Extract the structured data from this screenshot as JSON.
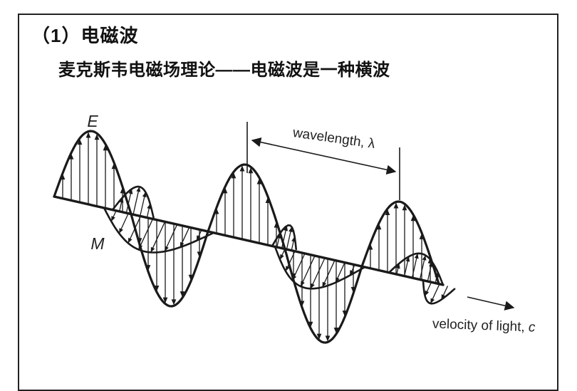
{
  "page": {
    "background": "#ffffff",
    "ink": "#1a1a1a",
    "frame_color": "#222222"
  },
  "header": {
    "title": "（1）电磁波",
    "subtitle": "麦克斯韦电磁场理论——电磁波是一种横波"
  },
  "diagram": {
    "e_label": "E",
    "m_label": "M",
    "wavelength_label": "wavelength, λ",
    "velocity_label": "velocity of light, ",
    "velocity_symbol": "c"
  }
}
